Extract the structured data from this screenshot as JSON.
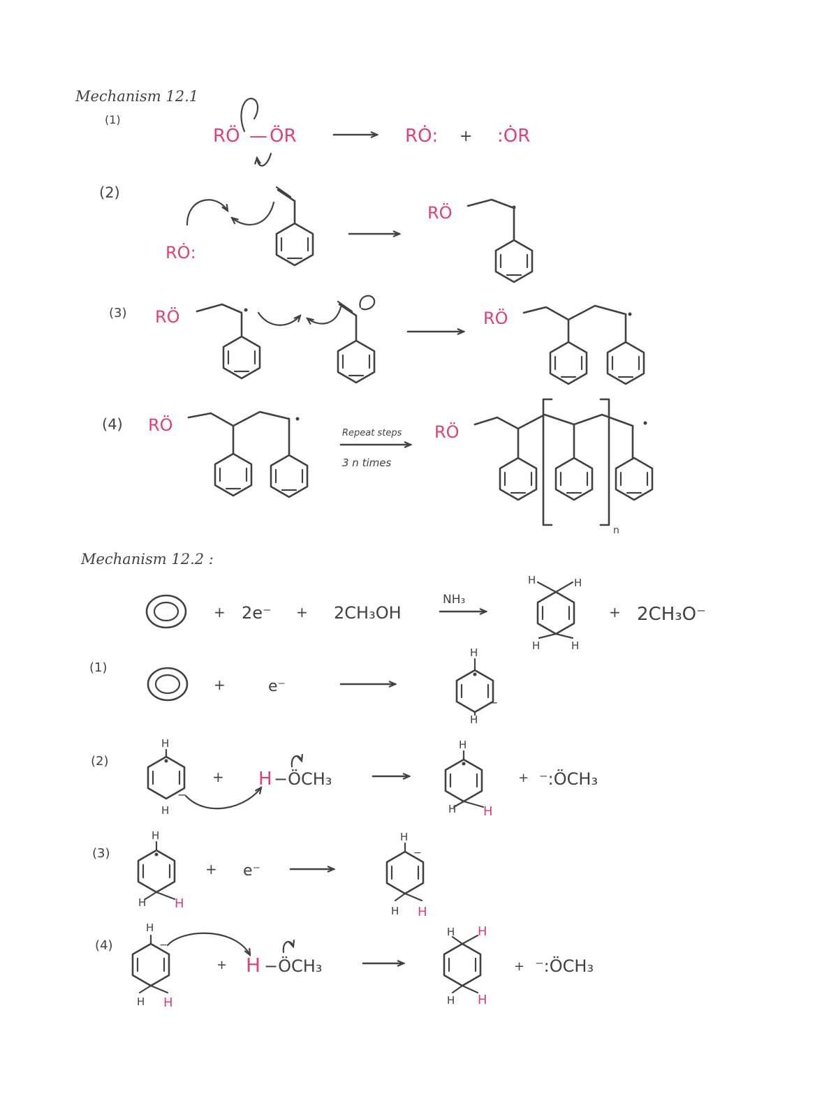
{
  "colors": {
    "ink": "#3f4144",
    "accent": "#e0426f"
  },
  "m121": {
    "title": "Mechanism 12.1",
    "steps": {
      "s1": {
        "label": "(1)",
        "reactant_left": "RÖ",
        "dash": "—",
        "reactant_right": "ÖR",
        "product_left": "RȮ:",
        "plus": "+",
        "product_right": ":ȮR"
      },
      "s2": {
        "label": "(2)",
        "radical": "RȮ:",
        "product": "RÖ"
      },
      "s3": {
        "label": "(3)",
        "reactant": "RÖ",
        "product": "RÖ"
      },
      "s4": {
        "label": "(4)",
        "reactant": "RÖ",
        "arrow_top": "Repeat steps",
        "arrow_bottom": "3 n times",
        "product": "RÖ",
        "subscript": "n"
      }
    }
  },
  "m122": {
    "title": "Mechanism 12.2 :",
    "overall": {
      "plus1": "+",
      "electrons": "2e⁻",
      "plus2": "+",
      "methanol": "2CH₃OH",
      "solvent": "NH₃",
      "h_tl": "H",
      "h_tr": "H",
      "h_bl": "H",
      "h_br": "H",
      "plus3": "+",
      "byproduct": "2CH₃O⁻"
    },
    "steps": {
      "s1": {
        "label": "(1)",
        "plus": "+",
        "electron": "e⁻",
        "h_top": "H",
        "h_bot": "H",
        "charge": "−"
      },
      "s2": {
        "label": "(2)",
        "h_top": "H",
        "h_bot": "H",
        "charge": "−",
        "plus": "+",
        "proton": "H",
        "methanol": "−ÖCH₃",
        "p_h_top": "H",
        "p_h_bl": "H",
        "p_h_br": "H",
        "plus2": "+",
        "methoxide": "⁻:ÖCH₃"
      },
      "s3": {
        "label": "(3)",
        "h_top": "H",
        "h_bl": "H",
        "h_br": "H",
        "plus": "+",
        "electron": "e⁻",
        "p_h_top": "H",
        "p_h_bl": "H",
        "p_h_br": "H",
        "charge": "−"
      },
      "s4": {
        "label": "(4)",
        "h_top": "H",
        "h_bl": "H",
        "h_br": "H",
        "charge": "−",
        "plus": "+",
        "proton": "H",
        "methanol": "−ÖCH₃",
        "p_h_tl": "H",
        "p_h_tr": "H",
        "p_h_bl": "H",
        "p_h_br": "H",
        "plus2": "+",
        "methoxide": "⁻:ÖCH₃"
      }
    }
  }
}
